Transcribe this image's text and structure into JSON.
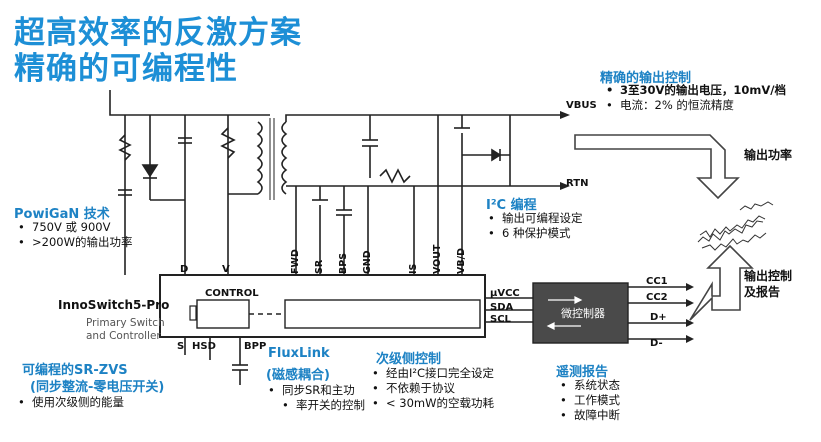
{
  "title": {
    "line1": "超高效率的反激方案",
    "line2": "精确的可编程性"
  },
  "output_control": {
    "heading": "精确的输出控制",
    "bullets": [
      "3至30V的输出电压，10mV/档",
      "电流：2% 的恒流精度"
    ]
  },
  "powigan": {
    "heading": "PowiGaN 技术",
    "bullets": [
      "750V 或 900V",
      ">200W的输出功率"
    ]
  },
  "i2c": {
    "heading": "I²C 编程",
    "bullets": [
      "输出可编程设定",
      "6 种保护模式"
    ]
  },
  "sr_zvs": {
    "heading1": "可编程的SR-ZVS",
    "heading2": "(同步整流-零电压开关)",
    "bullets": [
      "使用次级侧的能量"
    ]
  },
  "fluxlink": {
    "heading1": "FluxLink",
    "heading2": "(磁感耦合)",
    "bullets": [
      "同步SR和主功",
      "率开关的控制"
    ]
  },
  "secondary": {
    "heading": "次级侧控制",
    "bullets": [
      "经由I²C接口完全设定",
      "不依赖于协议",
      "< 30mW的空载功耗"
    ]
  },
  "telemetry": {
    "heading": "遥测报告",
    "bullets": [
      "系统状态",
      "工作模式",
      "故障中断"
    ]
  },
  "chip": {
    "name": "InnoSwitch5-Pro",
    "sub1": "Primary Switch",
    "sub2": "and Controller",
    "control_label": "CONTROL"
  },
  "pins": {
    "d": "D",
    "v": "V",
    "s": "S",
    "hsd": "HSD",
    "bpp": "BPP",
    "fwd": "FWD",
    "sr": "SR",
    "bps": "BPS",
    "gnd": "GND",
    "is": "IS",
    "vout": "VOUT",
    "vbd": "VB/D",
    "uvcc": "µVCC",
    "sda": "SDA",
    "scl": "SCL"
  },
  "rails": {
    "vbus": "VBUS",
    "rtn": "RTN"
  },
  "mcu": {
    "label": "微控制器",
    "cc1": "CC1",
    "cc2": "CC2",
    "dplus": "D+",
    "dminus": "D-"
  },
  "right_labels": {
    "output_power": "输出功率",
    "control_report1": "输出控制",
    "control_report2": "及报告"
  },
  "colors": {
    "title_blue": "#1d8fd6",
    "heading_blue": "#1d82c4",
    "mcu_fill": "#4a4a4a"
  }
}
